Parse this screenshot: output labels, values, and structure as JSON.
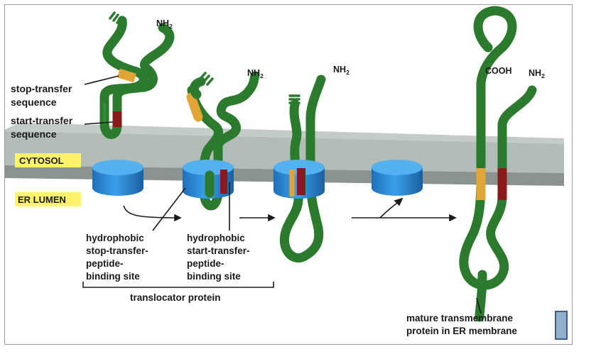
{
  "labels": {
    "stop_transfer": [
      "stop-transfer",
      "sequence"
    ],
    "start_transfer": [
      "start-transfer",
      "sequence"
    ],
    "cytosol": "CYTOSOL",
    "er_lumen": "ER LUMEN",
    "hydrophobic_stop": [
      "hydrophobic",
      "stop-transfer-",
      "peptide-",
      "binding site"
    ],
    "hydrophobic_start": [
      "hydrophobic",
      "start-transfer-",
      "peptide-",
      "binding site"
    ],
    "translocator": "translocator protein",
    "mature": [
      "mature transmembrane",
      "protein in ER membrane"
    ]
  },
  "chem": {
    "nh2_main": "NH",
    "nh2_sub": "2",
    "cooh": "COOH"
  },
  "colors": {
    "chain": "#2c7a2e",
    "stop_segment": "#e0a534",
    "start_segment": "#8c1a1a",
    "translocator": "#2f8fd8",
    "membrane": "#b9c3bd",
    "tag_bg": "#fff36b"
  }
}
